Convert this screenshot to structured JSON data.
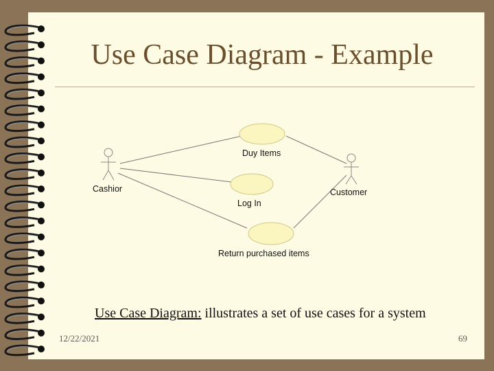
{
  "slide": {
    "title": "Use Case Diagram - Example",
    "date": "12/22/2021",
    "page_number": "69"
  },
  "diagram": {
    "actors": [
      {
        "id": "cashier",
        "label": "Cashior"
      },
      {
        "id": "customer",
        "label": "Customer"
      }
    ],
    "use_cases": [
      {
        "id": "buy",
        "label": "Duy Items"
      },
      {
        "id": "login",
        "label": "Log In"
      },
      {
        "id": "return",
        "label": "Return purchased items"
      }
    ],
    "associations": [
      [
        "cashier",
        "buy"
      ],
      [
        "cashier",
        "login"
      ],
      [
        "cashier",
        "return"
      ],
      [
        "customer",
        "buy"
      ],
      [
        "customer",
        "return"
      ]
    ]
  },
  "caption": {
    "term": "Use Case Diagram:",
    "text": " illustrates a set of use cases for a system"
  },
  "colors": {
    "frame": "#8b7358",
    "slide": "#fdfbe4",
    "title": "#6b4f2d",
    "use_case_fill": "#fbf6bf"
  }
}
